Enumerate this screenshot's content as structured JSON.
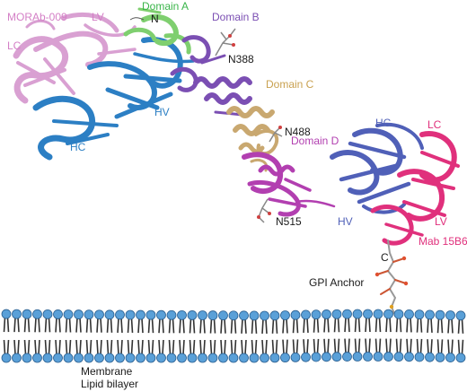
{
  "labels": {
    "morab": "MORAb-009",
    "moab_lv": "LV",
    "moab_lc": "LC",
    "moab_hv": "HV",
    "moab_hc": "HC",
    "domain_a": "Domain A",
    "n_term": "N",
    "domain_b": "Domain B",
    "n388": "N388",
    "domain_c": "Domain C",
    "n488": "N488",
    "domain_d": "Domain D",
    "n515": "N515",
    "mab_hc": "HC",
    "mab_lc": "LC",
    "mab_hv": "HV",
    "mab_lv": "LV",
    "mab_15b6": "Mab 15B6",
    "c_term": "C",
    "gpi_anchor": "GPI Anchor",
    "membrane_line1": "Membrane",
    "membrane_line2": "Lipid bilayer"
  },
  "colors": {
    "morab_light_chain": "#d9a0d2",
    "morab_heavy_chain": "#2c7fc4",
    "domain_a": "#7fcf6f",
    "domain_b": "#7b4fb3",
    "domain_c": "#c9a870",
    "domain_d": "#b23fb0",
    "mab_heavy_chain": "#5060b8",
    "mab_light_chain": "#e0307c",
    "lipid_head": "#5aa0d8",
    "lipid_tail": "#333333"
  }
}
